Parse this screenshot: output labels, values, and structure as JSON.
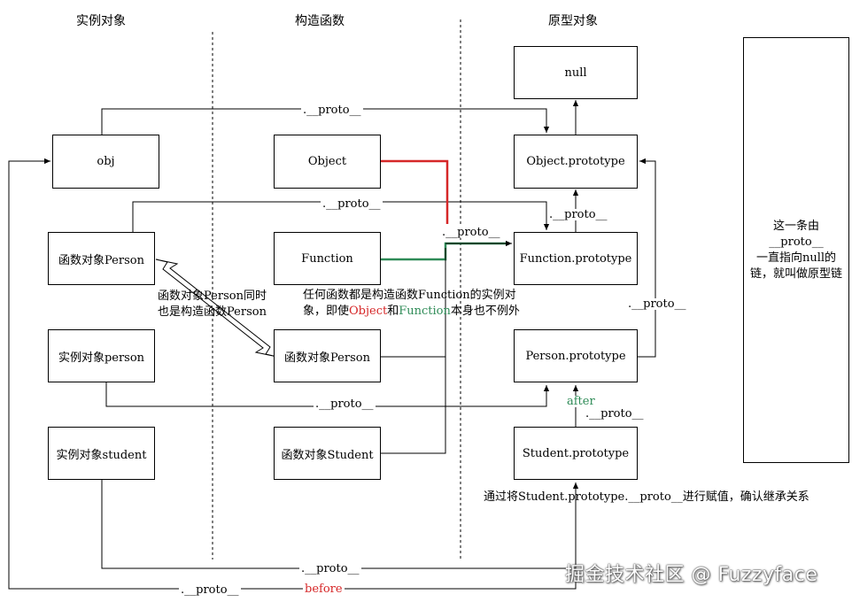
{
  "columns": {
    "instance": "实例对象",
    "constructor": "构造函数",
    "prototype": "原型对象"
  },
  "boxes": {
    "null": "null",
    "obj": "obj",
    "object": "Object",
    "object_prototype": "Object.prototype",
    "fn_person_left": "函数对象Person",
    "function": "Function",
    "function_prototype": "Function.prototype",
    "instance_person": "实例对象person",
    "fn_person_mid": "函数对象Person",
    "person_prototype": "Person.prototype",
    "instance_student": "实例对象student",
    "fn_student": "函数对象Student",
    "student_prototype": "Student.prototype"
  },
  "edge_labels": {
    "proto_top": ".__proto__",
    "proto_row2": ".__proto__",
    "proto_objproto": ".__proto__",
    "proto_function": ".__proto__",
    "proto_personproto": ".__proto__",
    "proto_person_instance": ".__proto__",
    "proto_student_proto": ".__proto__",
    "after": "after",
    "proto_student_instance": ".__proto__",
    "proto_bottom": ".__proto__",
    "before": "before"
  },
  "notes": {
    "person_dual_1": "函数对象Person同时",
    "person_dual_2": "也是构造函数Person",
    "any_fn_1": "任何函数都是构造函数Function的实例对",
    "any_fn_2_a": "象，即使",
    "any_fn_2_object": "Object",
    "any_fn_2_and": "和",
    "any_fn_2_function": "Function",
    "any_fn_2_b": "本身也不例外",
    "student_assign": "通过将Student.prototype.__proto__进行赋值，确认继承关系"
  },
  "side_note": {
    "line1": "这一条由",
    "line2": "__proto__",
    "line3": "一直指向null的",
    "line4": "链，就叫做原型链"
  },
  "watermark": "掘金技术社区 @ Fuzzyface",
  "colors": {
    "red": "#d62728",
    "green": "#2e8b57",
    "black": "#000000"
  }
}
